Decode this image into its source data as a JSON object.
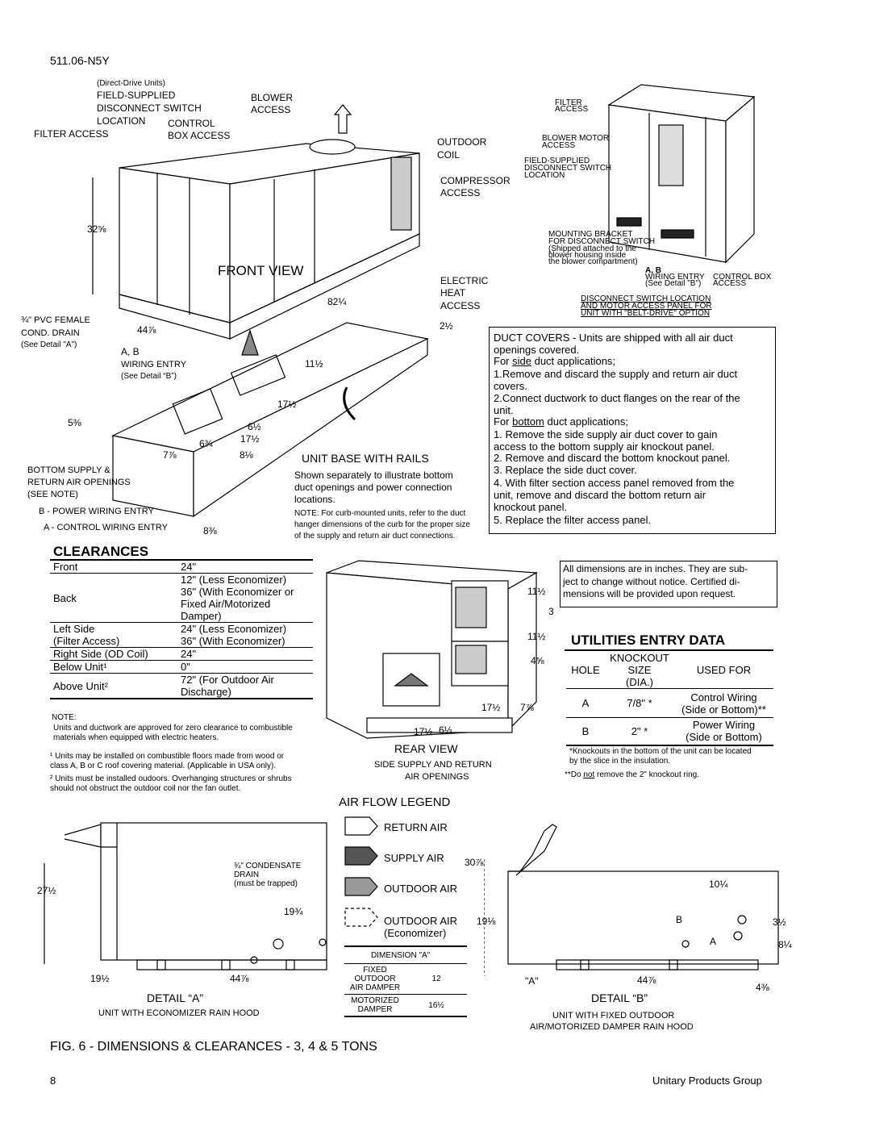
{
  "doc_id": "511.06-N5Y",
  "front_view": {
    "title": "FRONT VIEW",
    "callouts": {
      "direct_drive": "(Direct-Drive Units)",
      "field_supplied": "FIELD-SUPPLIED",
      "disconnect_switch": "DISCONNECT SWITCH",
      "location": "LOCATION",
      "control": "CONTROL",
      "box_access": "BOX ACCESS",
      "blower": "BLOWER",
      "access": "ACCESS",
      "filter_access": "FILTER ACCESS",
      "outdoor": "OUTDOOR",
      "coil": "COIL",
      "compressor": "COMPRESSOR",
      "compressor_access": "ACCESS",
      "electric": "ELECTRIC",
      "heat": "HEAT",
      "heat_access": "ACCESS",
      "pvc": "¾\" PVC FEMALE",
      "cond_drain": "COND. DRAIN",
      "see_detail_a": "(See Detail \"A\")",
      "ab": "A, B",
      "wiring_entry": "WIRING ENTRY",
      "see_detail_b": "(See Detail “B”)",
      "bottom_supply": "BOTTOM SUPPLY &",
      "return_air_openings": "RETURN AIR OPENINGS",
      "see_note": "(SEE NOTE)",
      "b_power": "B - POWER WIRING ENTRY",
      "a_control": "A - CONTROL WIRING ENTRY"
    },
    "dims": {
      "d1": "32⅝",
      "d2": "82¼",
      "d3": "44⅞",
      "d4": "2½",
      "d5": "11½",
      "d6": "17½",
      "d7": "5⅜",
      "d8": "6½",
      "d9": "17½",
      "d10": "6¾",
      "d11": "7⅞",
      "d12": "8⅛",
      "d13": "8⅜"
    }
  },
  "rear_view_top": {
    "filter": "FILTER",
    "filter_access": "ACCESS",
    "blower_motor": "BLOWER MOTOR",
    "blower_motor_access": "ACCESS",
    "field_supplied": "FIELD-SUPPLIED",
    "disconnect_switch": "DISCONNECT SWITCH",
    "location": "LOCATION",
    "mounting_bracket": "MOUNTING BRACKET",
    "for_disconnect": "FOR DISCONNECT SWITCH",
    "shipped": "(Shipped attached to the",
    "blower_housing": "blower housing inside",
    "blower_compartment": "the blower compartment)",
    "ab": "A, B",
    "wiring_entry": "WIRING ENTRY",
    "see_detail_b": "(See Detail \"B\")",
    "control_box": "CONTROL BOX",
    "control_box_access": "ACCESS",
    "disc_line1": "DISCONNECT SWITCH LOCATION",
    "disc_line2": "AND MOTOR ACCESS PANEL FOR",
    "disc_line3": "UNIT  WITH \"BELT-DRIVE\" OPTION"
  },
  "unit_base": {
    "title": "UNIT BASE WITH RAILS",
    "desc": "Shown separately to illustrate bottom\nduct openings and power connection\nlocations.",
    "note": "NOTE: For curb-mounted units, refer to the duct\nhanger dimensions of the curb for the proper size\nof the supply and return air duct connections."
  },
  "duct_covers": {
    "intro": "DUCT COVERS - Units are shipped with all air duct\nopenings covered.",
    "side_prefix": "For ",
    "side_word": "side",
    "side_suffix": " duct applications;",
    "side_steps": [
      "1.Remove and discard the supply and return air duct\n   covers.",
      "2.Connect ductwork to duct flanges on the rear of the\n   unit."
    ],
    "bottom_prefix": "For ",
    "bottom_word": "bottom",
    "bottom_suffix": " duct applications;",
    "bottom_steps": [
      "1. Remove the side supply air duct cover to gain\n    access to the bottom supply air knockout panel.",
      "2. Remove and discard the bottom knockout panel.",
      "3. Replace the side duct cover.",
      "4. With filter section access panel removed from the\n    unit, remove and discard the bottom return air\n    knockout panel.",
      "5. Replace the filter access panel."
    ]
  },
  "clearances": {
    "title": "CLEARANCES",
    "rows": [
      {
        "label": "Front",
        "value": "24\""
      },
      {
        "label": "Back",
        "value": "12\"  (Less Economizer)\n36\"  (With Economizer or\n        Fixed Air/Motorized\n        Damper)"
      },
      {
        "label": "Left Side\n   (Filter Access)",
        "value": "24\"  (Less Economizer)\n36\"  (With Economizer)"
      },
      {
        "label": "Right Side (OD Coil)",
        "value": "24\""
      },
      {
        "label": "Below Unit¹",
        "value": "  0\""
      },
      {
        "label": "Above Unit²",
        "value": "72\"  (For Outdoor Air\n              Discharge)"
      }
    ],
    "note_title": "NOTE:",
    "note": "Units and ductwork are approved for zero clearance to combustible\nmaterials when equipped with electric heaters.",
    "fn1": "¹ Units may be installed on combustible floors made from wood or\n  class A, B or C roof covering material. (Applicable in USA only).",
    "fn2": "² Units must be installed oudoors. Overhanging structures or shrubs\n  should not obstruct the outdoor coil nor the fan outlet."
  },
  "rear_view": {
    "title": "REAR VIEW",
    "sub1": "SIDE SUPPLY AND RETURN",
    "sub2": "AIR OPENINGS",
    "dims": {
      "a": "11½",
      "b": "3",
      "c": "11½",
      "d": "4⅝",
      "e": "17½",
      "f": "7⅞",
      "g": "17½",
      "h": "6½"
    }
  },
  "dimension_notice": "All dimensions are in inches. They are sub-\nject to change without notice. Certified di-\nmensions will be provided upon request.",
  "utilities": {
    "title": "UTILITIES ENTRY DATA",
    "headers": [
      "HOLE",
      "KNOCKOUT\nSIZE\n(DIA.)",
      "USED FOR"
    ],
    "rows": [
      {
        "hole": "A",
        "size": "7/8\" *",
        "used": "Control Wiring\n(Side or Bottom)**"
      },
      {
        "hole": "B",
        "size": "2\" *",
        "used": "Power Wiring\n(Side or Bottom)"
      }
    ],
    "fn1": "*Knockouts in the bottom of the unit can be located\n  by the slice in the insulation.",
    "fn2_prefix": "**Do ",
    "fn2_not": "not",
    "fn2_suffix": " remove the 2\" knockout ring."
  },
  "air_flow_legend": {
    "title": "AIR FLOW LEGEND",
    "items": [
      "RETURN AIR",
      "SUPPLY AIR",
      "OUTDOOR AIR",
      "OUTDOOR AIR\n(Economizer)"
    ]
  },
  "dimension_a": {
    "header": "DIMENSION \"A\"",
    "rows": [
      {
        "label": "FIXED\nOUTDOOR\nAIR DAMPER",
        "value": "12"
      },
      {
        "label": "MOTORIZED\nDAMPER",
        "value": "16½"
      }
    ]
  },
  "detail_a": {
    "title": "DETAIL “A”",
    "sub": "UNIT WITH ECONOMIZER RAIN HOOD",
    "condensate": "¾\" CONDENSATE\nDRAIN\n(must be trapped)",
    "dims": {
      "a": "27½",
      "b": "19¾",
      "c": "19½",
      "d": "44⅞"
    }
  },
  "detail_b": {
    "title": "DETAIL “B”",
    "sub1": "UNIT WITH FIXED OUTDOOR",
    "sub2": "AIR/MOTORIZED DAMPER RAIN HOOD",
    "dims": {
      "a": "30⅞",
      "b": "10¼",
      "c": "19⅛",
      "d": "3½",
      "e": "8¼",
      "f": "\"A\"",
      "g": "44⅞",
      "h": "4⅜"
    },
    "label_b": "B",
    "label_a": "A"
  },
  "figure_caption": "FIG. 6 - DIMENSIONS & CLEARANCES - 3, 4 & 5 TONS",
  "footer": {
    "page": "8",
    "company": "Unitary Products Group"
  }
}
